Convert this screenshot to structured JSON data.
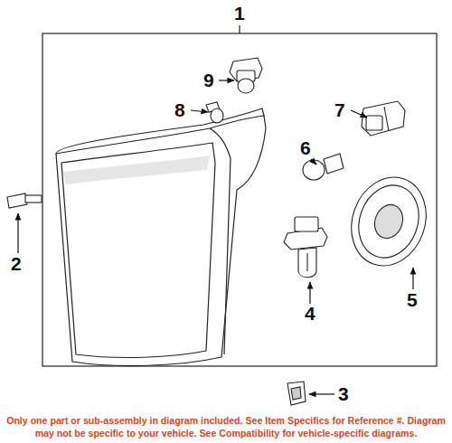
{
  "diagram": {
    "caption": "Only one part or sub-assembly in diagram included. See Item Specifics for Reference #. Diagram may not be specific to your vehicle. See Compatibility for vehicle-specific diagrams.",
    "labels": [
      "1",
      "9",
      "8",
      "7",
      "6",
      "2",
      "4",
      "5",
      "3"
    ]
  }
}
